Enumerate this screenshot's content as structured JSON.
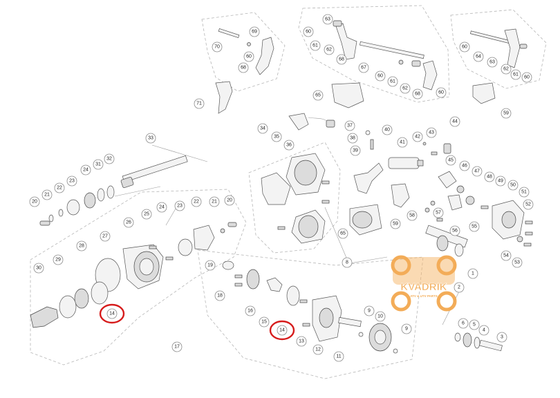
{
  "callouts": [
    {
      "id": "c70",
      "label": "70"
    },
    {
      "id": "c69",
      "label": "69"
    },
    {
      "id": "c60a",
      "label": "60"
    },
    {
      "id": "c68a",
      "label": "68"
    },
    {
      "id": "c71",
      "label": "71"
    },
    {
      "id": "c60b",
      "label": "60"
    },
    {
      "id": "c63a",
      "label": "63"
    },
    {
      "id": "c61a",
      "label": "61"
    },
    {
      "id": "c62a",
      "label": "62"
    },
    {
      "id": "c68b",
      "label": "68"
    },
    {
      "id": "c67",
      "label": "67"
    },
    {
      "id": "c60c",
      "label": "60"
    },
    {
      "id": "c61b",
      "label": "61"
    },
    {
      "id": "c62b",
      "label": "62"
    },
    {
      "id": "c68c",
      "label": "68"
    },
    {
      "id": "c60d",
      "label": "60"
    },
    {
      "id": "c65a",
      "label": "65"
    },
    {
      "id": "c60e",
      "label": "60"
    },
    {
      "id": "c64",
      "label": "64"
    },
    {
      "id": "c63b",
      "label": "63"
    },
    {
      "id": "c62c",
      "label": "62"
    },
    {
      "id": "c61c",
      "label": "61"
    },
    {
      "id": "c60f",
      "label": "60"
    },
    {
      "id": "c59a",
      "label": "59"
    },
    {
      "id": "c34",
      "label": "34"
    },
    {
      "id": "c35",
      "label": "35"
    },
    {
      "id": "c36",
      "label": "36"
    },
    {
      "id": "c37",
      "label": "37"
    },
    {
      "id": "c38",
      "label": "38"
    },
    {
      "id": "c39",
      "label": "39"
    },
    {
      "id": "c40",
      "label": "40"
    },
    {
      "id": "c42",
      "label": "42"
    },
    {
      "id": "c43",
      "label": "43"
    },
    {
      "id": "c44",
      "label": "44"
    },
    {
      "id": "c41",
      "label": "41"
    },
    {
      "id": "c45",
      "label": "45"
    },
    {
      "id": "c46",
      "label": "46"
    },
    {
      "id": "c47",
      "label": "47"
    },
    {
      "id": "c48",
      "label": "48"
    },
    {
      "id": "c49",
      "label": "49"
    },
    {
      "id": "c50",
      "label": "50"
    },
    {
      "id": "c51",
      "label": "51"
    },
    {
      "id": "c52",
      "label": "52"
    },
    {
      "id": "c58",
      "label": "58"
    },
    {
      "id": "c57",
      "label": "57"
    },
    {
      "id": "c56",
      "label": "56"
    },
    {
      "id": "c55",
      "label": "55"
    },
    {
      "id": "c59b",
      "label": "59"
    },
    {
      "id": "c65b",
      "label": "65"
    },
    {
      "id": "c54",
      "label": "54"
    },
    {
      "id": "c53",
      "label": "53"
    },
    {
      "id": "c1",
      "label": "1"
    },
    {
      "id": "c8",
      "label": "8"
    },
    {
      "id": "c33",
      "label": "33"
    },
    {
      "id": "c32",
      "label": "32"
    },
    {
      "id": "c31",
      "label": "31"
    },
    {
      "id": "c24a",
      "label": "24"
    },
    {
      "id": "c23a",
      "label": "23"
    },
    {
      "id": "c22a",
      "label": "22"
    },
    {
      "id": "c21a",
      "label": "21"
    },
    {
      "id": "c20a",
      "label": "20"
    },
    {
      "id": "c26",
      "label": "26"
    },
    {
      "id": "c25",
      "label": "25"
    },
    {
      "id": "c24b",
      "label": "24"
    },
    {
      "id": "c23b",
      "label": "23"
    },
    {
      "id": "c22b",
      "label": "22"
    },
    {
      "id": "c21b",
      "label": "21"
    },
    {
      "id": "c20b",
      "label": "20"
    },
    {
      "id": "c28",
      "label": "28"
    },
    {
      "id": "c27",
      "label": "27"
    },
    {
      "id": "c30",
      "label": "30"
    },
    {
      "id": "c29",
      "label": "29"
    },
    {
      "id": "c17",
      "label": "17"
    },
    {
      "id": "c19",
      "label": "19"
    },
    {
      "id": "c18",
      "label": "18"
    },
    {
      "id": "c16",
      "label": "16"
    },
    {
      "id": "c15",
      "label": "15"
    },
    {
      "id": "c13",
      "label": "13"
    },
    {
      "id": "c12",
      "label": "12"
    },
    {
      "id": "c11",
      "label": "11"
    },
    {
      "id": "c9a",
      "label": "9"
    },
    {
      "id": "c10",
      "label": "10"
    },
    {
      "id": "c9b",
      "label": "9"
    },
    {
      "id": "c2",
      "label": "2"
    },
    {
      "id": "c6",
      "label": "6"
    },
    {
      "id": "c5",
      "label": "5"
    },
    {
      "id": "c4",
      "label": "4"
    },
    {
      "id": "c3",
      "label": "3"
    }
  ],
  "highlighted_callouts": [
    {
      "id": "h14a",
      "label": "14"
    },
    {
      "id": "h14b",
      "label": "14"
    }
  ],
  "watermark": {
    "text": "KVADRIK",
    "subtext": "ATV & UTV PARTS",
    "color": "#f2a64a",
    "icon_name": "atv-quad-logo"
  },
  "colors": {
    "highlight_ring": "#d61c1c",
    "callout_stroke": "#8a8a8a"
  }
}
